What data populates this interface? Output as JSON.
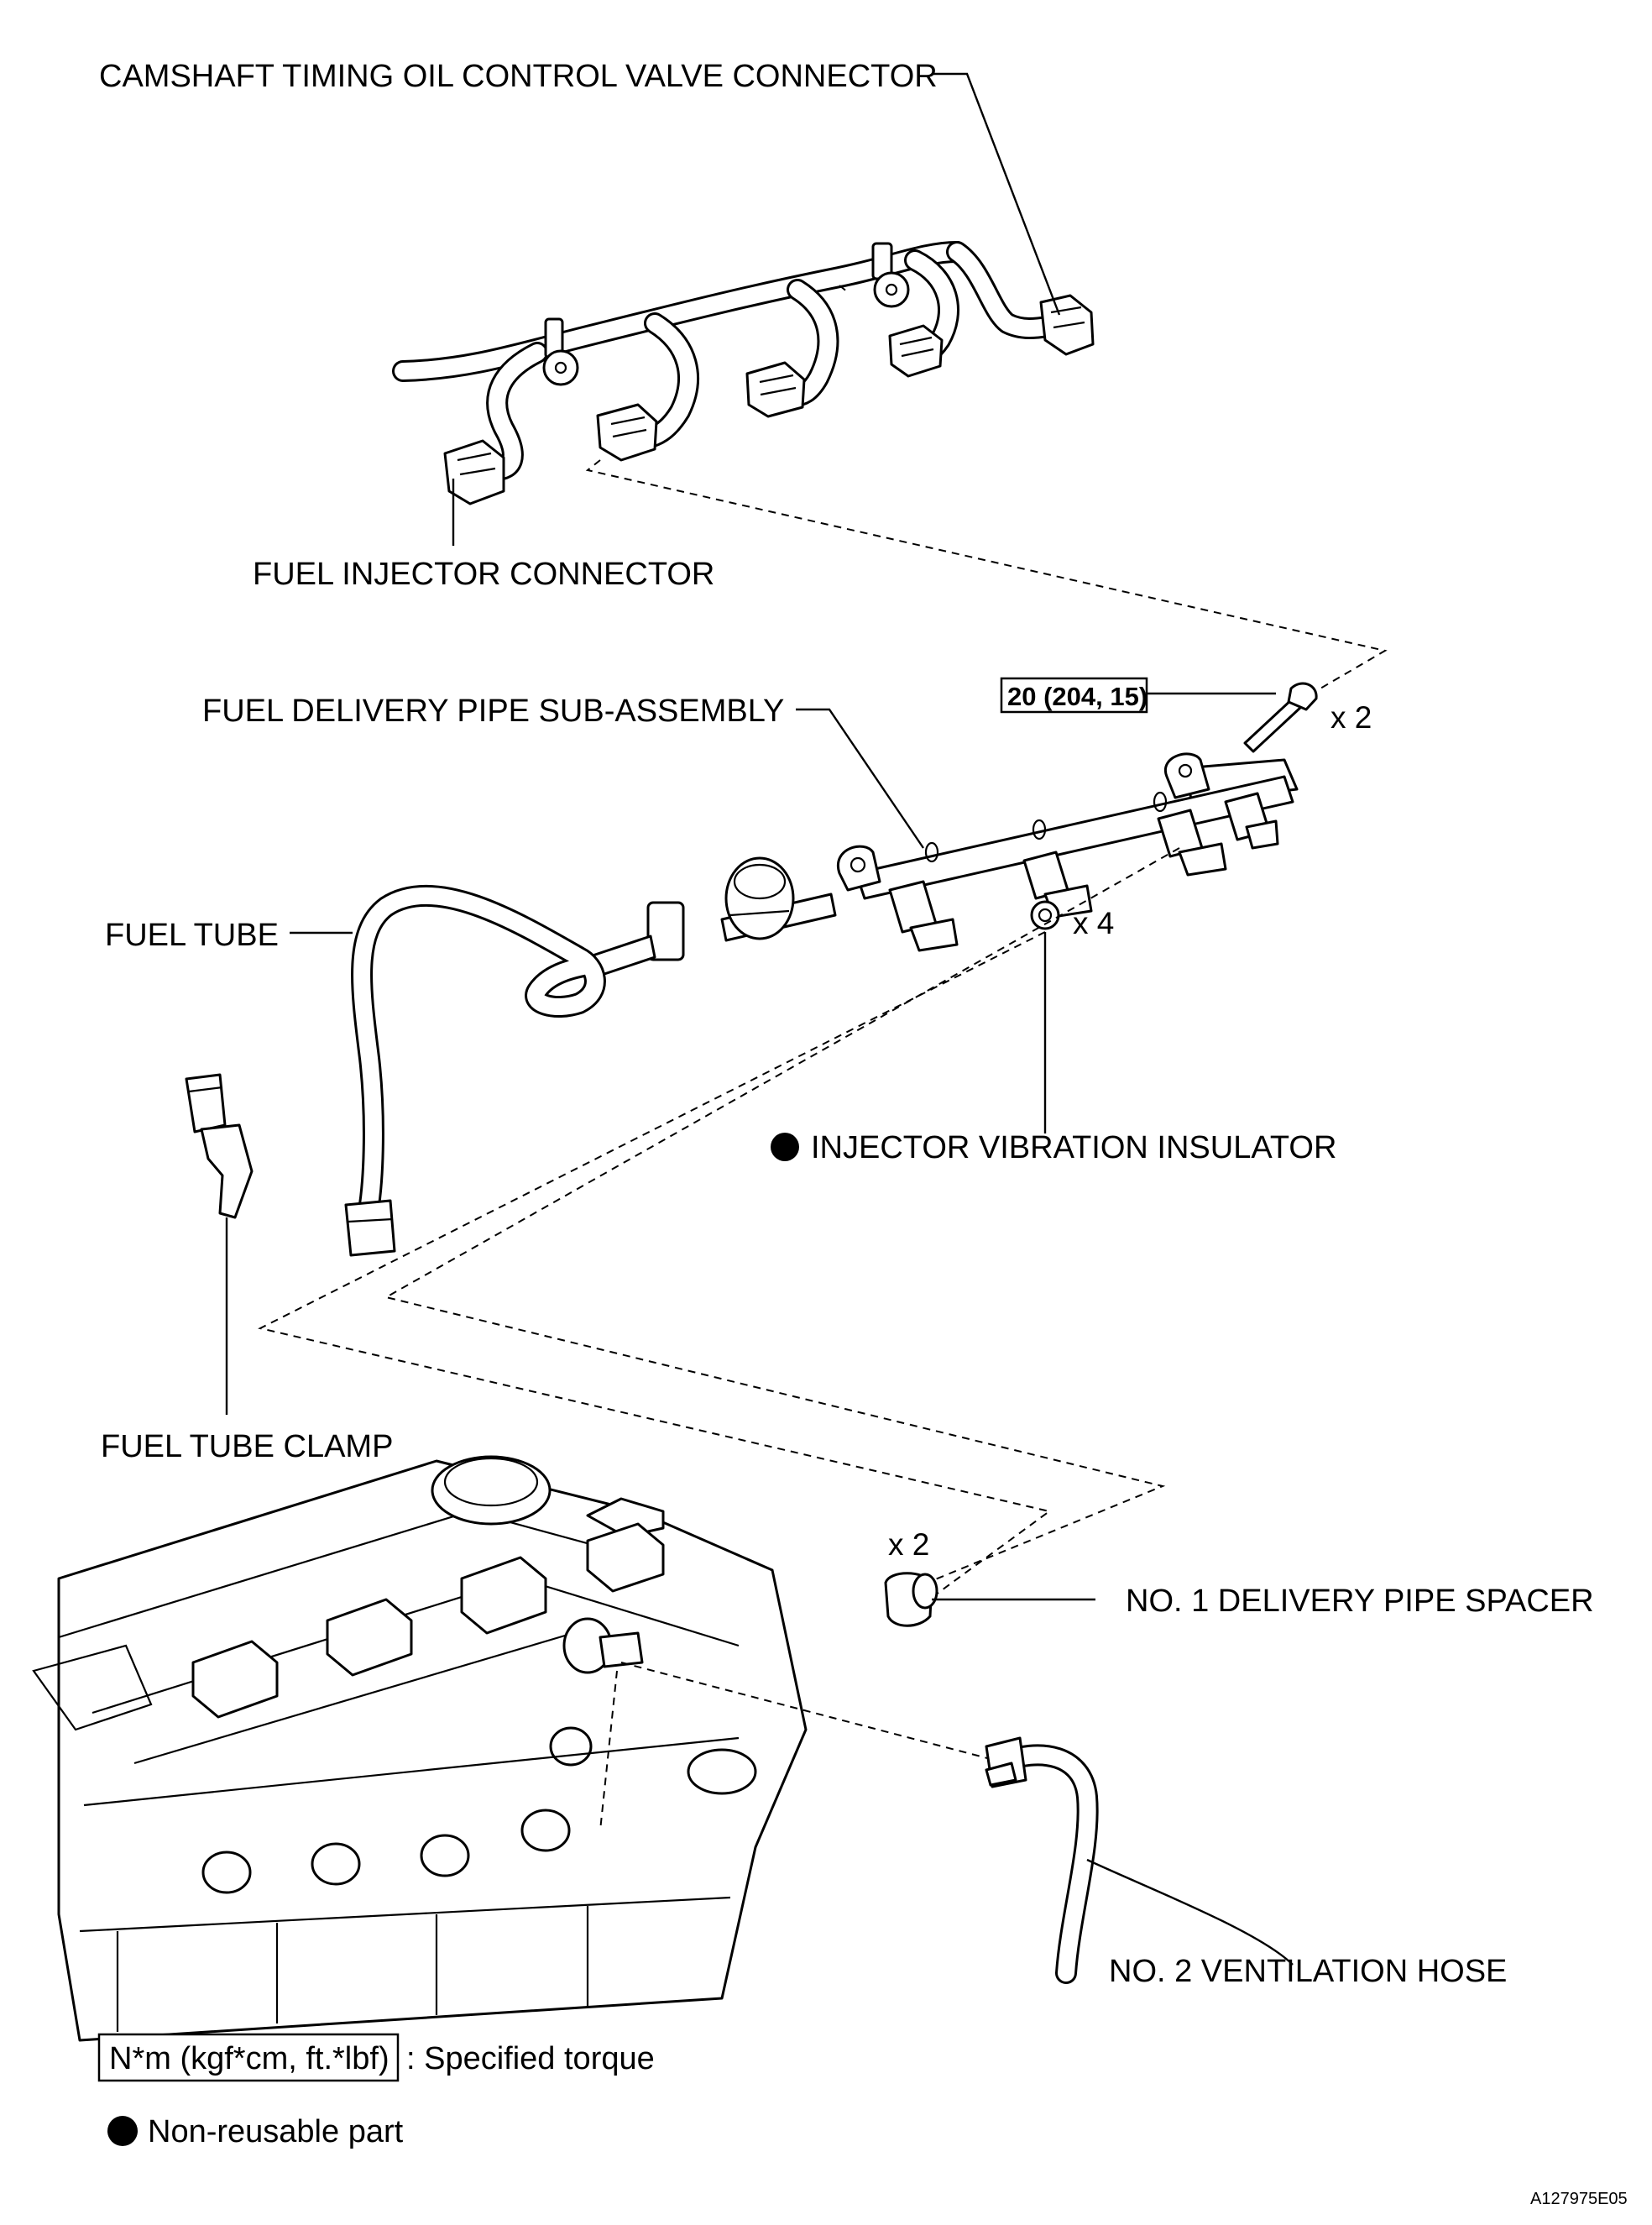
{
  "labels": {
    "camshaft_connector": "CAMSHAFT TIMING OIL CONTROL VALVE CONNECTOR",
    "injector_connector": "FUEL INJECTOR CONNECTOR",
    "delivery_pipe": "FUEL DELIVERY PIPE SUB-ASSEMBLY",
    "fuel_tube": "FUEL TUBE",
    "vibration_insulator": "INJECTOR VIBRATION INSULATOR",
    "fuel_tube_clamp": "FUEL TUBE CLAMP",
    "delivery_pipe_spacer": "NO. 1 DELIVERY PIPE SPACER",
    "ventilation_hose": "NO. 2 VENTILATION HOSE"
  },
  "torque": {
    "value": "20 (204, 15)",
    "qty": "x 2"
  },
  "quantities": {
    "insulator": "x 4",
    "spacer": "x 2"
  },
  "legend": {
    "torque_box": "N*m (kgf*cm, ft.*lbf)",
    "torque_desc": ": Specified torque",
    "nonreusable_desc": "Non-reusable part"
  },
  "figure_ref": "A127975E05"
}
